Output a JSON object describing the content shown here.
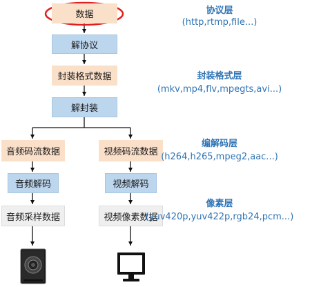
{
  "flow": {
    "data": "数据",
    "deprotocol": "解协议",
    "container_data": "封装格式数据",
    "demux": "解封装",
    "audio_stream": "音频码流数据",
    "video_stream": "视频码流数据",
    "audio_decode": "音频解码",
    "video_decode": "视频解码",
    "audio_samples": "音频采样数据",
    "video_pixels": "视频像素数据"
  },
  "layers": [
    {
      "title": "协议层",
      "desc": "(http,rtmp,file...)"
    },
    {
      "title": "封装格式层",
      "desc": "(mkv,mp4,flv,mpegts,avi...)"
    },
    {
      "title": "编解码层",
      "desc": "(h264,h265,mpeg2,aac...)"
    },
    {
      "title": "像素层",
      "desc": "(yuv420p,yuv422p,rgb24,pcm...)"
    }
  ],
  "devices": {
    "speaker_icon": "speaker-icon",
    "monitor_icon": "monitor-icon"
  },
  "colors": {
    "highlight": "#e0201e",
    "accent_text": "#2e74b5",
    "orange_box": "#fbe0c9",
    "blue_box": "#bcd6ee",
    "gray_box": "#efefef"
  }
}
